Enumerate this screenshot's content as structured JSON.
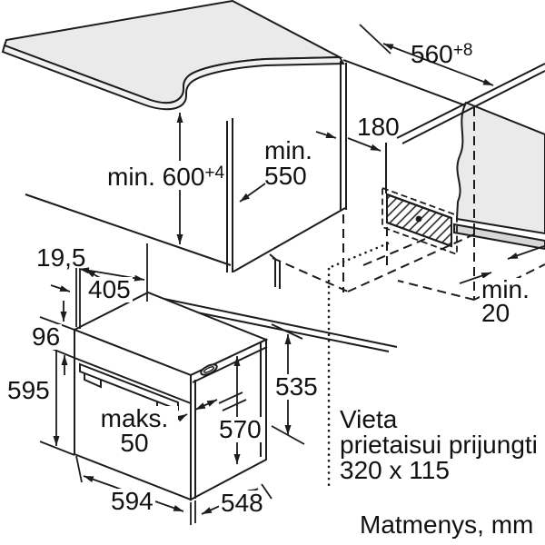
{
  "dimensions": {
    "niche_height": {
      "text": "min. 600",
      "sup": "+4"
    },
    "niche_width": {
      "text": "560",
      "sup": "+8"
    },
    "connection_offset": "180",
    "niche_depth": [
      "min.",
      "550"
    ],
    "rear_gap": [
      "min.",
      "20"
    ],
    "door_thickness": "19,5",
    "depth_405": "405",
    "panel_height": "96",
    "oven_height": "595",
    "handle_max": [
      "maks.",
      "50"
    ],
    "body_height": "570",
    "front_height": "535",
    "oven_width": "594",
    "body_depth": "548"
  },
  "notes": {
    "connection_area_line1": "Vieta",
    "connection_area_line2": "prietaisui prijungti",
    "connection_area_line3": "320 x 115",
    "units": "Matmenys, mm"
  },
  "colors": {
    "line": "#1c1c1c",
    "surface": "#eaeaea",
    "surface_edge": "#f1f1f1",
    "rail": "#d7d7d7",
    "background": "#ffffff"
  }
}
